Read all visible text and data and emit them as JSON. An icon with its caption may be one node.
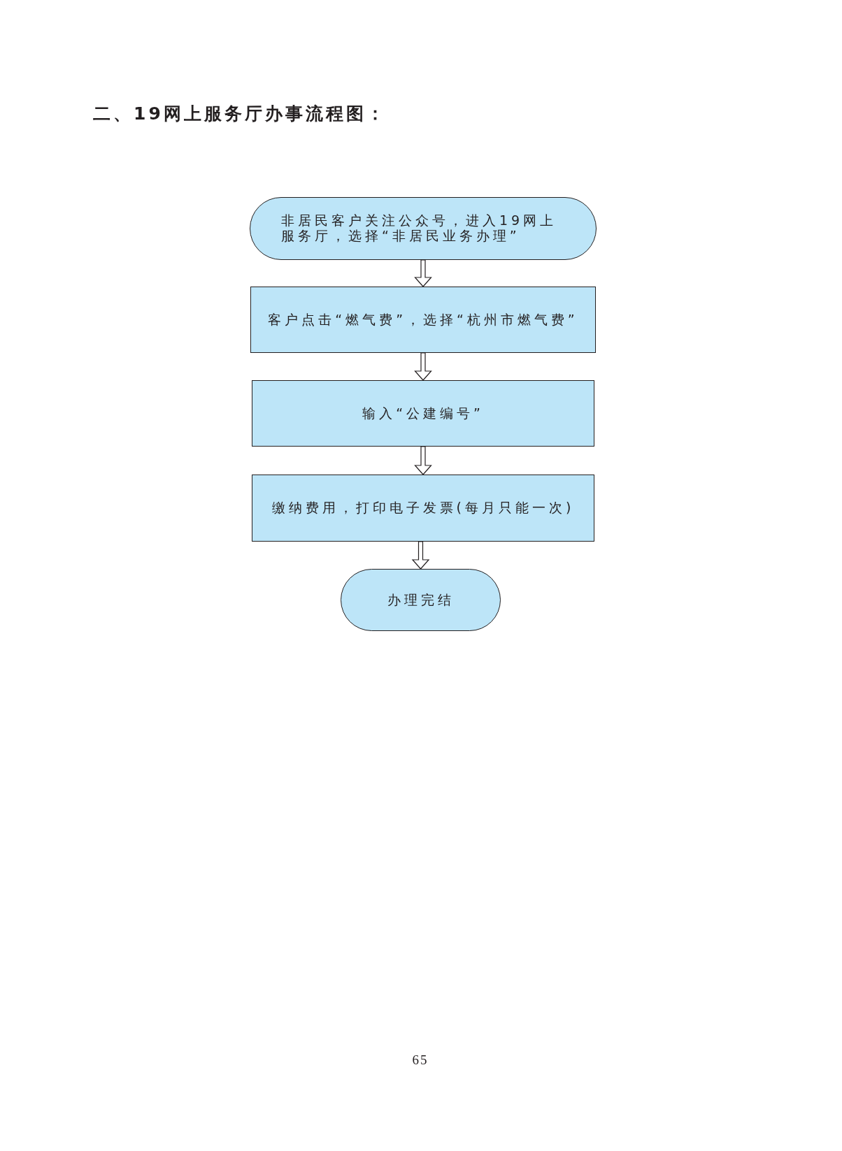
{
  "diagram": {
    "title": "二、19网上服务厅办事流程图：",
    "nodes": [
      {
        "text": [
          "非居民客户关注公众号，进入19网上服务厅，选择“非居民业务办理”"
        ]
      },
      {
        "text": [
          "客户点击“燃气费”，选择“杭州市燃气费”"
        ]
      },
      {
        "text": [
          "输入“公建编号”"
        ]
      },
      {
        "text": [
          "缴纳费用，打印电子发票(每月只能一次)"
        ]
      },
      {
        "text": [
          "办理完结"
        ]
      }
    ],
    "edges": [
      {
        "from": 0,
        "to": 1,
        "arrow": "to"
      },
      {
        "from": 1,
        "to": 2,
        "arrow": "to"
      },
      {
        "from": 2,
        "to": 3,
        "arrow": "to"
      },
      {
        "from": 3,
        "to": 4,
        "arrow": "to"
      }
    ],
    "labels": [
      "65"
    ]
  }
}
